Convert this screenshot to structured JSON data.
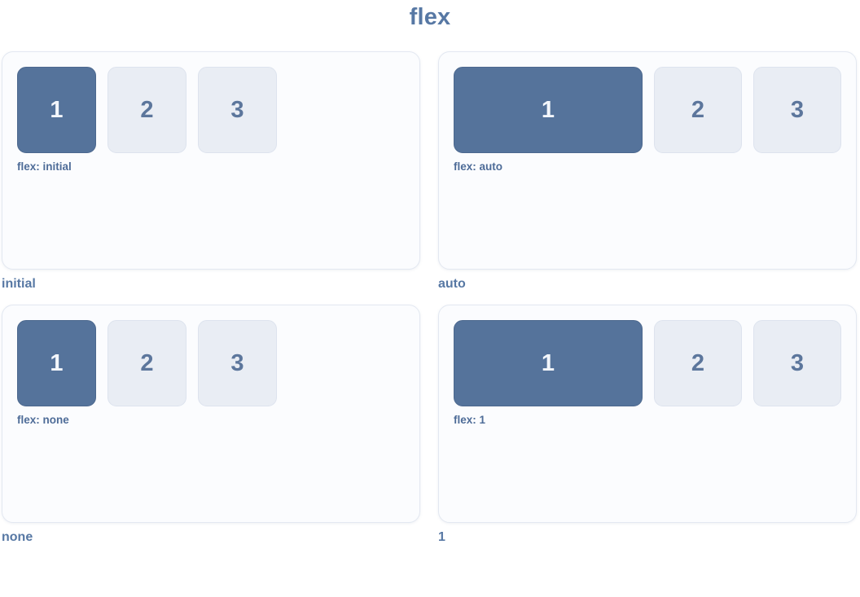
{
  "title": "flex",
  "panels": [
    {
      "caption": "initial",
      "label": "flex: initial",
      "items": [
        "1",
        "2",
        "3"
      ]
    },
    {
      "caption": "auto",
      "label": "flex: auto",
      "items": [
        "1",
        "2",
        "3"
      ]
    },
    {
      "caption": "none",
      "label": "flex: none",
      "items": [
        "1",
        "2",
        "3"
      ]
    },
    {
      "caption": "1",
      "label": "flex: 1",
      "items": [
        "1",
        "2",
        "3"
      ]
    }
  ],
  "colors": {
    "accent_text": "#5778a4",
    "label_text": "#4e6c98",
    "item1_bg": "#55739b",
    "item1_border": "#4c688e",
    "item1_text": "#f3f6fb",
    "item_bg": "#e9edf4",
    "item_border": "#dde3ee",
    "item_text": "#5c769c",
    "panel_bg": "#fbfcfe",
    "panel_border": "#e3e8f1"
  }
}
